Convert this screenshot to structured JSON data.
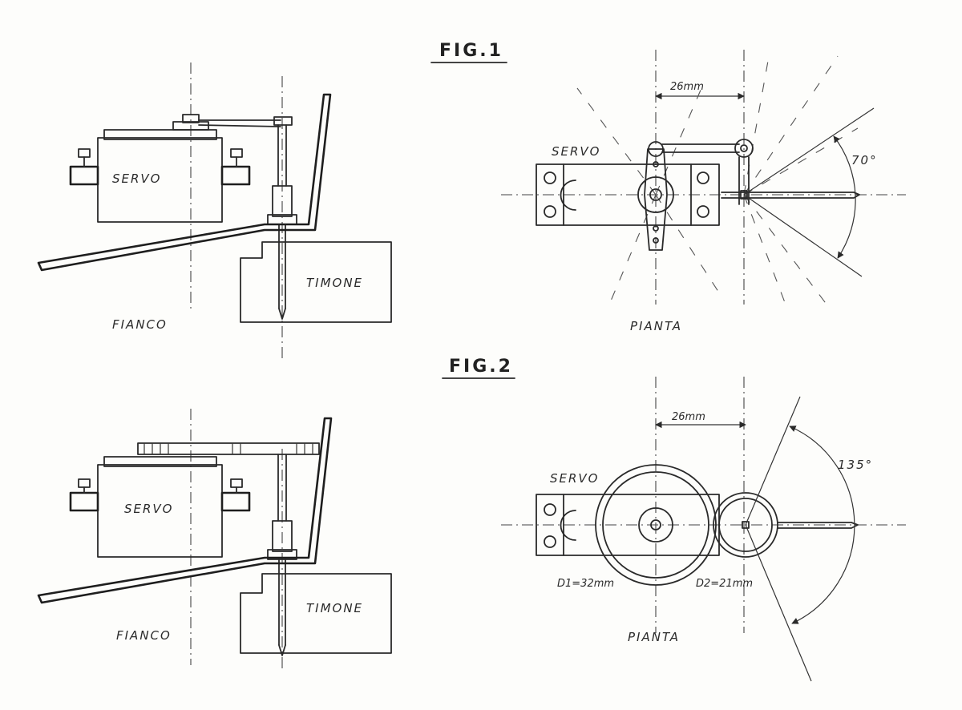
{
  "figures": {
    "fig1": {
      "title": "FIG.1",
      "side": {
        "servo": "SERVO",
        "rudder": "TIMONE",
        "caption": "FIANCO"
      },
      "plan": {
        "servo": "SERVO",
        "dimension": "26mm",
        "angle": "70°",
        "caption": "PIANTA"
      }
    },
    "fig2": {
      "title": "FIG.2",
      "side": {
        "servo": "SERVO",
        "rudder": "TIMONE",
        "caption": "FIANCO"
      },
      "plan": {
        "servo": "SERVO",
        "dimension": "26mm",
        "angle": "135°",
        "d1": "D1=32mm",
        "d2": "D2=21mm",
        "caption": "PIANTA"
      }
    }
  }
}
